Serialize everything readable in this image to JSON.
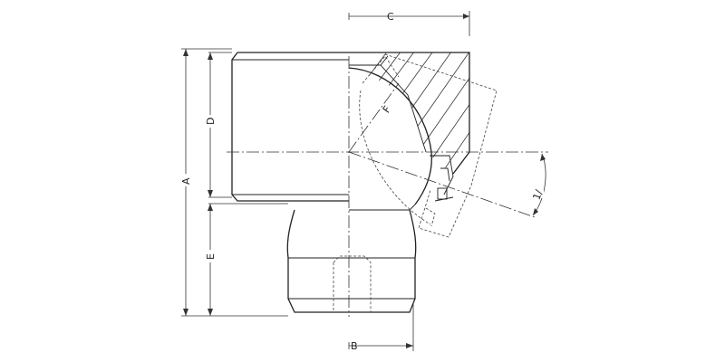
{
  "drawing": {
    "dimension_labels": {
      "A": "A",
      "B": "B",
      "C": "C",
      "D": "D",
      "E": "E",
      "F": "F",
      "angle": "1/"
    },
    "line_color": "#222222",
    "background": "#ffffff"
  }
}
